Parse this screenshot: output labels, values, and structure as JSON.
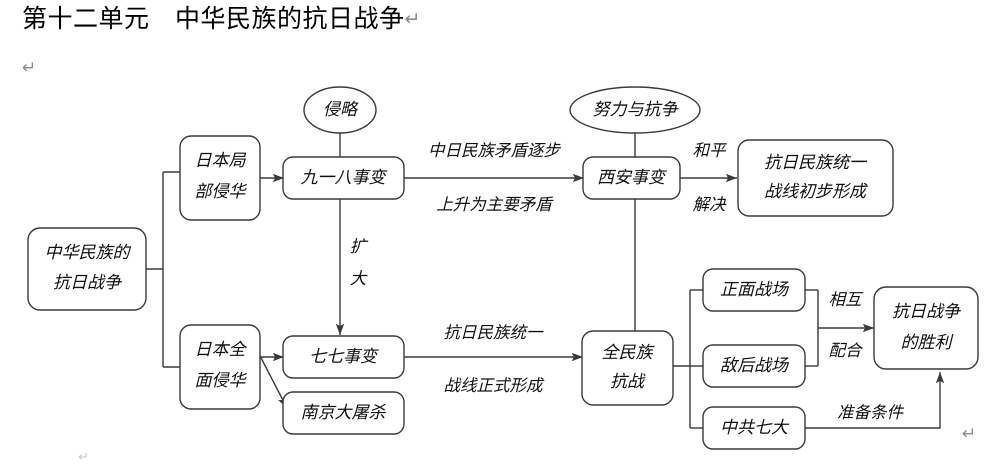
{
  "document": {
    "title": "第十二单元　中华民族的抗日战争",
    "paragraph_mark": "↵",
    "empty_line_mark": "↵",
    "bottom_left_mark": "↵",
    "bottom_right_mark": "↵"
  },
  "diagram": {
    "type": "flowchart",
    "ink_color": "#3a3a3a",
    "text_color": "#101010",
    "background": "#ffffff",
    "nodes": {
      "root": "中华民族的\n抗日战争",
      "root_line1": "中华民族的",
      "root_line2": "抗日战争",
      "partial_invasion_line1": "日本局",
      "partial_invasion_line2": "部侵华",
      "full_invasion_line1": "日本全",
      "full_invasion_line2": "面侵华",
      "mukden_incident": "九一八事变",
      "lugouqiao_incident": "七七事变",
      "nanjing_massacre": "南京大屠杀",
      "xian_incident": "西安事变",
      "united_front_initial_line1": "抗日民族统一",
      "united_front_initial_line2": "战线初步形成",
      "national_resistance_line1": "全民族",
      "national_resistance_line2": "抗战",
      "frontal_battlefield": "正面战场",
      "rear_battlefield": "敌后战场",
      "cpc_seventh_congress": "中共七大",
      "victory_line1": "抗日战争",
      "victory_line2": "的胜利"
    },
    "bubbles": {
      "invasion": "侵略",
      "struggle": "努力与抗争"
    },
    "edge_labels": {
      "mukden_to_xian_line1": "中日民族矛盾逐步",
      "mukden_to_xian_line2": "上升为主要矛盾",
      "mukden_to_lugouqiao_char1": "扩",
      "mukden_to_lugouqiao_char2": "大",
      "xian_to_front_line1": "和平",
      "xian_to_front_line2": "解决",
      "lugouqiao_to_national_line1": "抗日民族统一",
      "lugouqiao_to_national_line2": "战线正式形成",
      "battlefields_to_victory_line1": "相互",
      "battlefields_to_victory_line2": "配合",
      "cpc_to_victory": "准备条件"
    }
  }
}
